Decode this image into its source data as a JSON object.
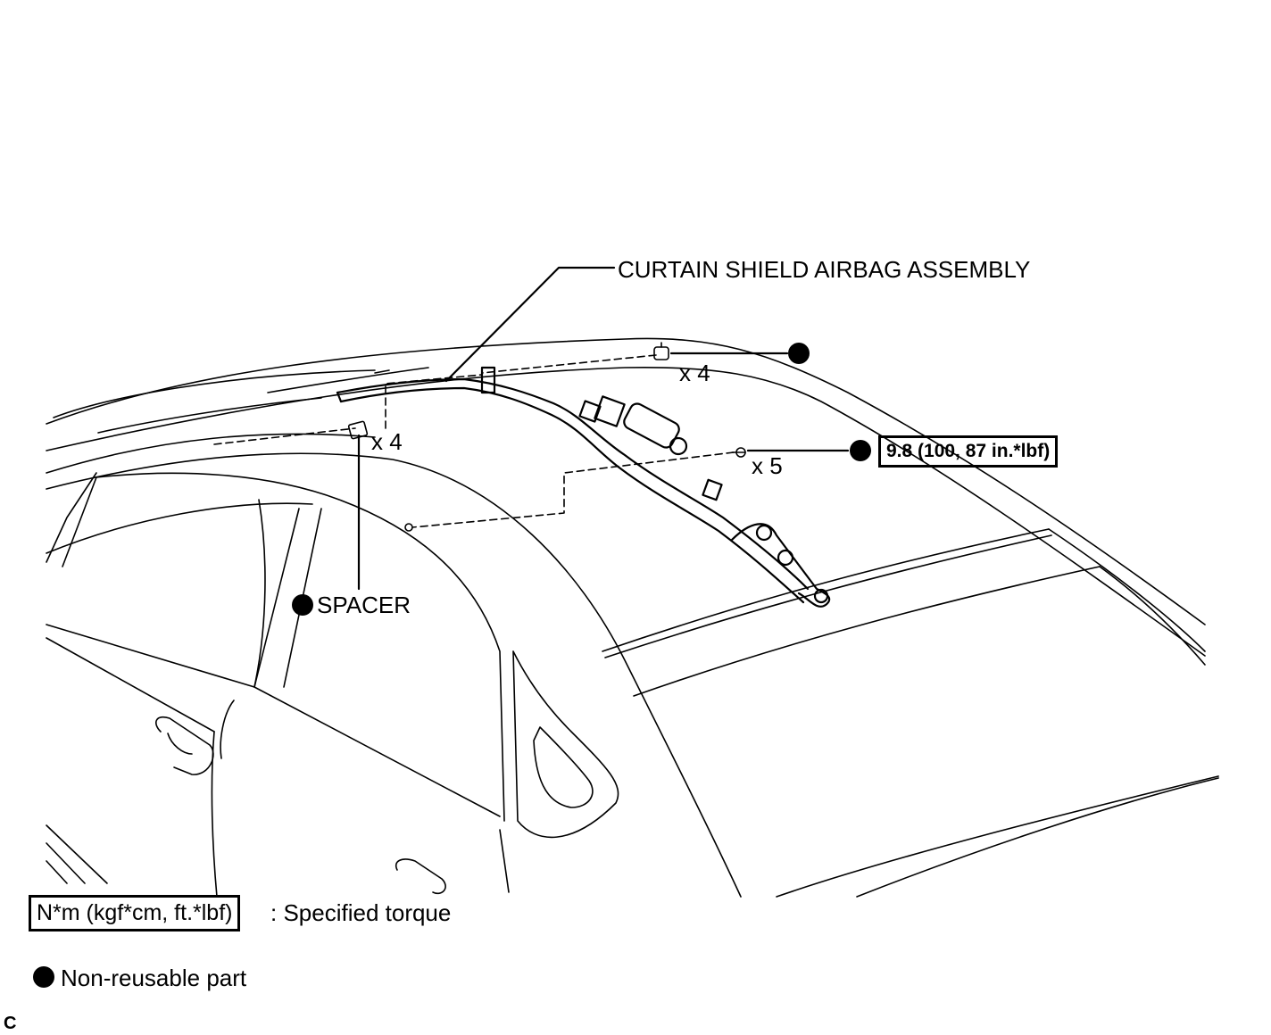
{
  "callouts": {
    "airbag_assembly": "CURTAIN SHIELD AIRBAG ASSEMBLY",
    "clip_qty": "x 4",
    "spacer_qty": "x 4",
    "bolt_qty": "x 5",
    "spacer": "SPACER",
    "bolt_torque": "9.8 (100, 87 in.*lbf)"
  },
  "legend": {
    "torque_unit": "N*m (kgf*cm, ft.*lbf)",
    "torque_desc": ": Specified torque",
    "non_reusable": "Non-reusable part"
  },
  "figure_id": "C"
}
